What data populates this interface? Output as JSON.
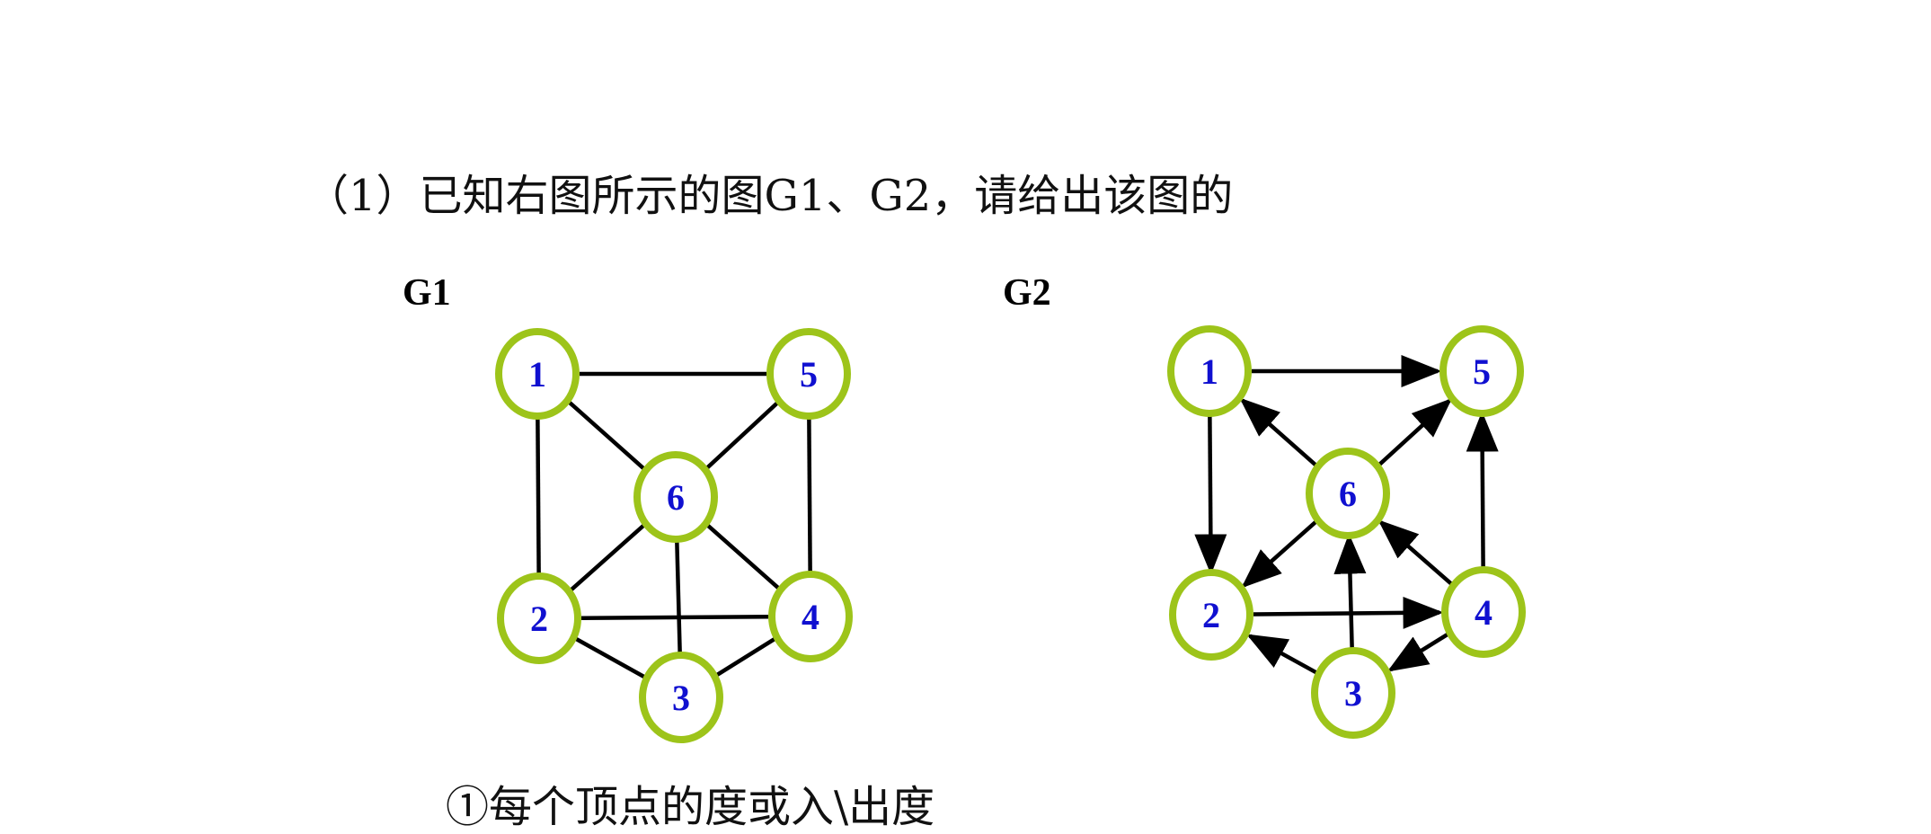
{
  "question": "（1）已知右图所示的图G1、G2，请给出该图的",
  "sub_question": "①每个顶点的度或入\\出度",
  "graphs": [
    {
      "label": "G1",
      "directed": false,
      "vertices": [
        "1",
        "2",
        "3",
        "4",
        "5",
        "6"
      ],
      "edges": [
        [
          "1",
          "5"
        ],
        [
          "1",
          "6"
        ],
        [
          "1",
          "2"
        ],
        [
          "5",
          "6"
        ],
        [
          "5",
          "4"
        ],
        [
          "6",
          "2"
        ],
        [
          "6",
          "4"
        ],
        [
          "6",
          "3"
        ],
        [
          "2",
          "4"
        ],
        [
          "2",
          "3"
        ],
        [
          "3",
          "4"
        ]
      ]
    },
    {
      "label": "G2",
      "directed": true,
      "vertices": [
        "1",
        "2",
        "3",
        "4",
        "5",
        "6"
      ],
      "edges": [
        [
          "1",
          "5"
        ],
        [
          "1",
          "2"
        ],
        [
          "6",
          "1"
        ],
        [
          "6",
          "5"
        ],
        [
          "6",
          "2"
        ],
        [
          "4",
          "6"
        ],
        [
          "4",
          "5"
        ],
        [
          "2",
          "4"
        ],
        [
          "3",
          "6"
        ],
        [
          "3",
          "2"
        ],
        [
          "4",
          "3"
        ]
      ]
    }
  ],
  "colors": {
    "node_stroke": "#9dc41a",
    "node_label": "#1010d0",
    "edge": "#000000"
  }
}
